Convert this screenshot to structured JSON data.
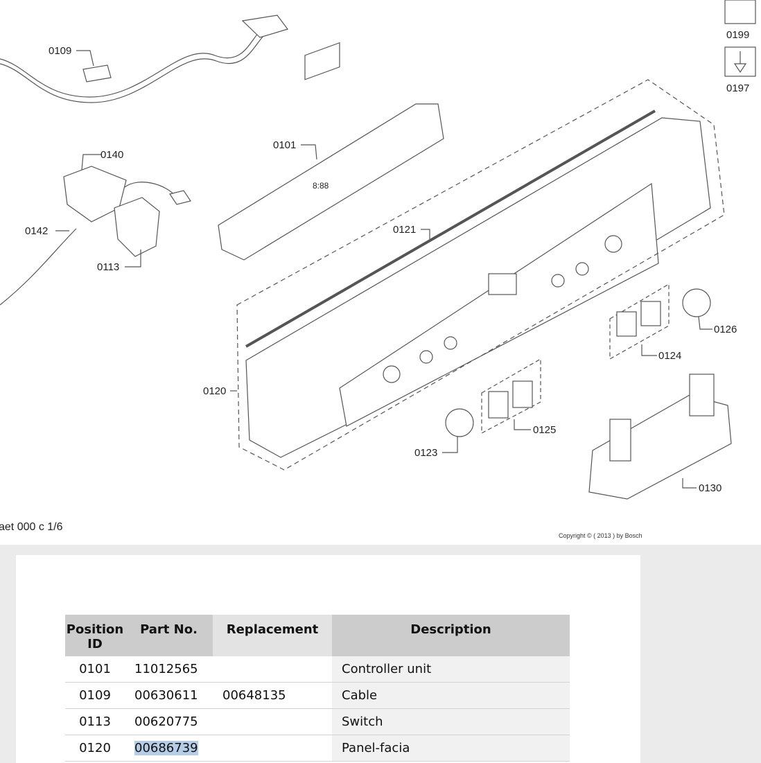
{
  "diagram": {
    "callouts": [
      {
        "id": "0109"
      },
      {
        "id": "0140"
      },
      {
        "id": "0142"
      },
      {
        "id": "0113"
      },
      {
        "id": "0101"
      },
      {
        "id": "0121"
      },
      {
        "id": "0120"
      },
      {
        "id": "0123"
      },
      {
        "id": "0125"
      },
      {
        "id": "0124"
      },
      {
        "id": "0126"
      },
      {
        "id": "0130"
      },
      {
        "id": "0199"
      },
      {
        "id": "0197"
      }
    ],
    "display_text": "8:88",
    "sheet_label": "aet 000 c 1/6",
    "copyright": "Copyright © ( 2013 ) by Bosch"
  },
  "table": {
    "headers": [
      "Position ID",
      "Part No.",
      "Replacement",
      "Description"
    ],
    "rows": [
      {
        "position": "0101",
        "part": "11012565",
        "replacement": "",
        "description": "Controller unit"
      },
      {
        "position": "0109",
        "part": "00630611",
        "replacement": "00648135",
        "description": "Cable"
      },
      {
        "position": "0113",
        "part": "00620775",
        "replacement": "",
        "description": "Switch"
      },
      {
        "position": "0120",
        "part": "00686739",
        "replacement": "",
        "description": "Panel-facia"
      }
    ]
  }
}
